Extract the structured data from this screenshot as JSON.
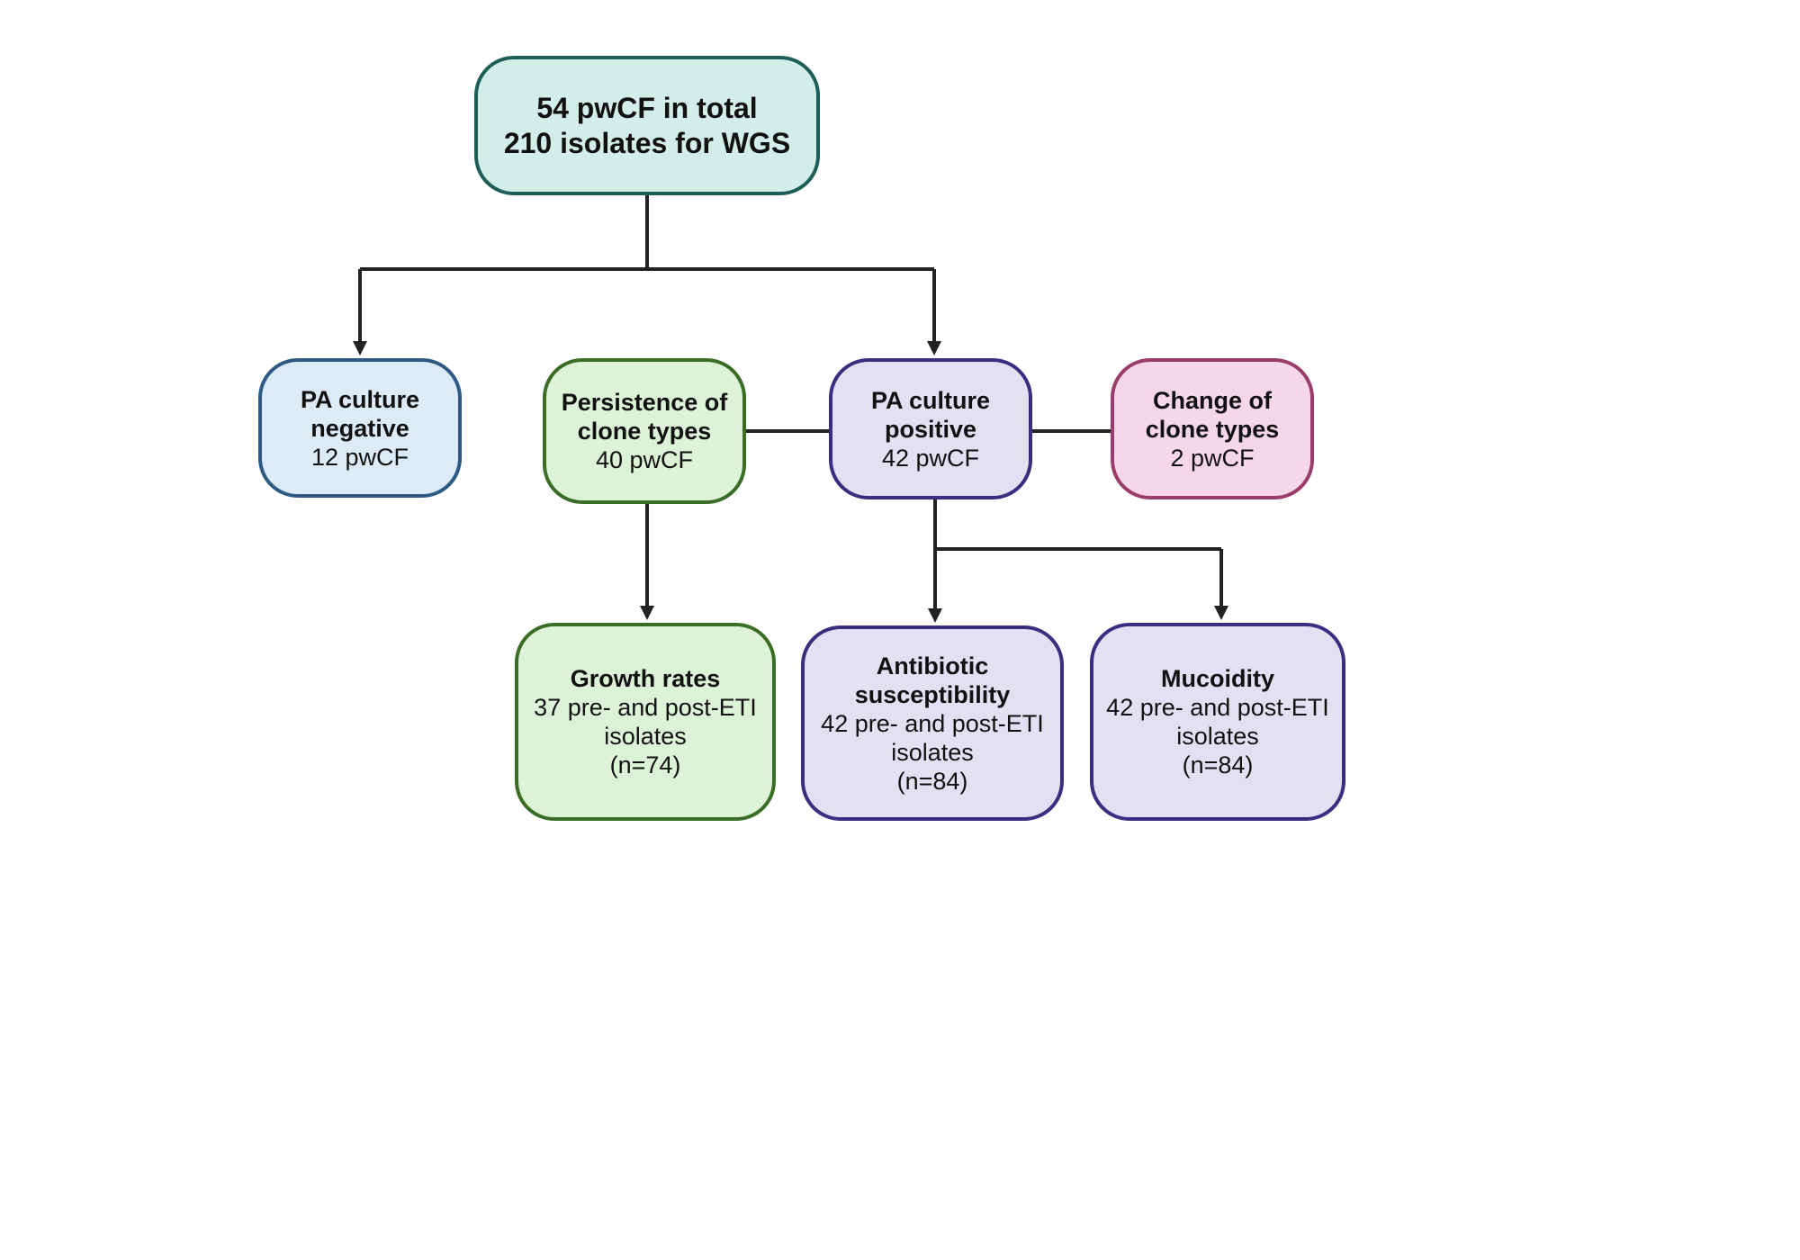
{
  "diagram": {
    "root": {
      "title": "54 pwCF in total\n210 isolates for WGS"
    },
    "pa_negative": {
      "title": "PA culture\nnegative",
      "subtitle": "12 pwCF"
    },
    "persistence": {
      "title": "Persistence of\nclone types",
      "subtitle": "40 pwCF"
    },
    "pa_positive": {
      "title": "PA culture\npositive",
      "subtitle": "42 pwCF"
    },
    "change": {
      "title": "Change of\nclone types",
      "subtitle": "2 pwCF"
    },
    "growth": {
      "title": "Growth rates",
      "subtitle": "37 pre- and post-ETI\nisolates\n(n=74)"
    },
    "antibiotic": {
      "title": "Antibiotic\nsusceptibility",
      "subtitle": "42 pre- and post-ETI\nisolates\n(n=84)"
    },
    "mucoidity": {
      "title": "Mucoidity",
      "subtitle": "42 pre- and post-ETI\nisolates\n(n=84)"
    }
  },
  "colors": {
    "connector": "#222222",
    "teal": "#1f5e57",
    "blue": "#2e5a85",
    "green": "#3a6e26",
    "purple": "#3d2d80",
    "pink": "#9a3d6c"
  }
}
